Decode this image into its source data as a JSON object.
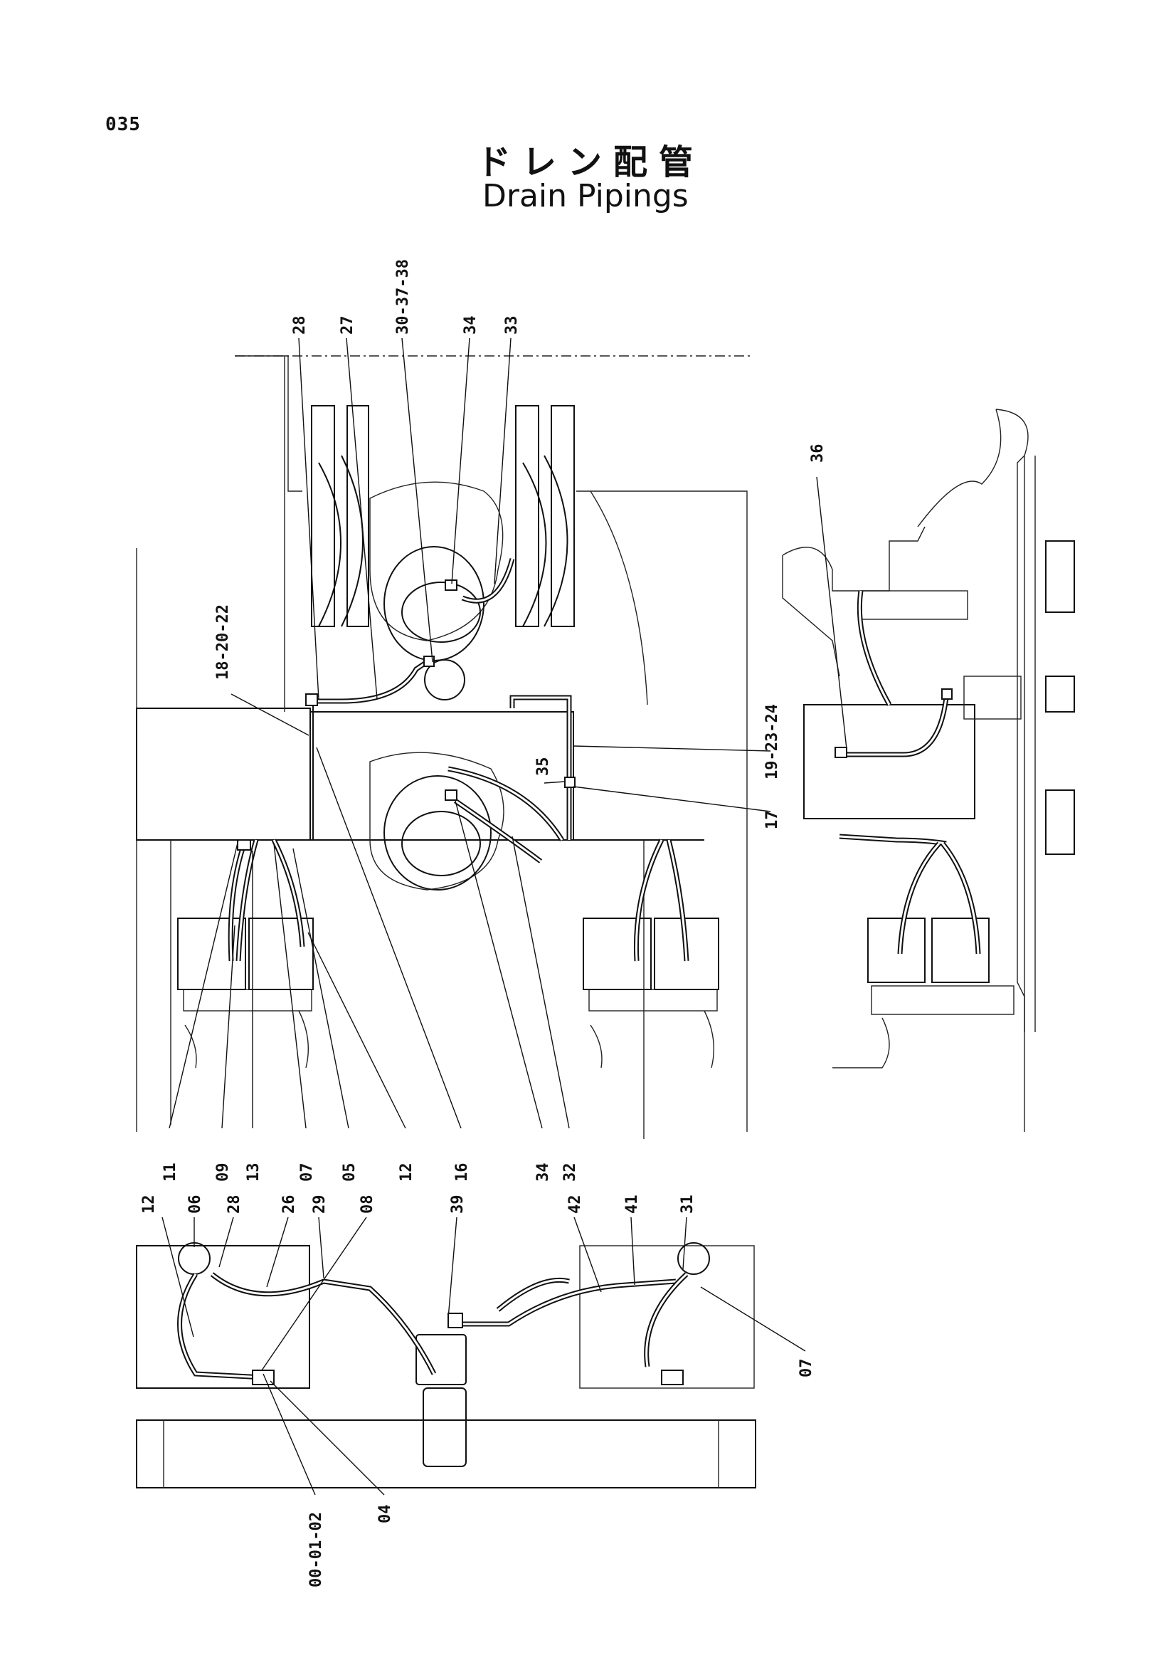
{
  "page_number": "035",
  "title": {
    "jp": "ドレン配管",
    "en": "Drain Pipings"
  },
  "callouts": {
    "c28_top": "28",
    "c27_top": "27",
    "c30_37_38": "30-37-38",
    "c34_top": "34",
    "c33": "33",
    "c18_20_22": "18-20-22",
    "c19_23_24": "19-23-24",
    "c35": "35",
    "c17": "17",
    "c36": "36",
    "c11": "11",
    "c09": "09",
    "c13": "13",
    "c07_mid": "07",
    "c05": "05",
    "c12_mid": "12",
    "c16": "16",
    "c34_bot": "34",
    "c32": "32",
    "c12_bot": "12",
    "c06": "06",
    "c28_bot": "28",
    "c26": "26",
    "c29": "29",
    "c08": "08",
    "c39": "39",
    "c42": "42",
    "c41": "41",
    "c31": "31",
    "c07_bot": "07",
    "c00_01_02": "00-01-02",
    "c04": "04"
  }
}
